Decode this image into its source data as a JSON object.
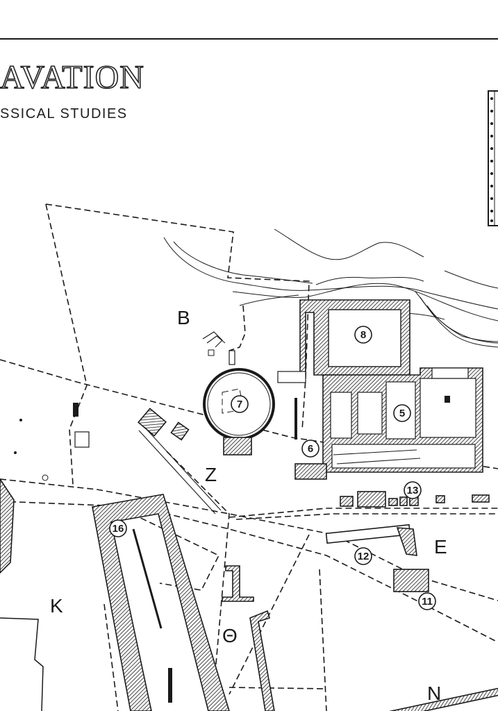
{
  "map": {
    "title": "AVATION",
    "subtitle": "SSICAL STUDIES",
    "zones": [
      "B",
      "Z",
      "E",
      "K",
      "N",
      "Θ"
    ],
    "buildings": [
      "8",
      "7",
      "5",
      "6",
      "13",
      "16",
      "12",
      "11"
    ]
  }
}
